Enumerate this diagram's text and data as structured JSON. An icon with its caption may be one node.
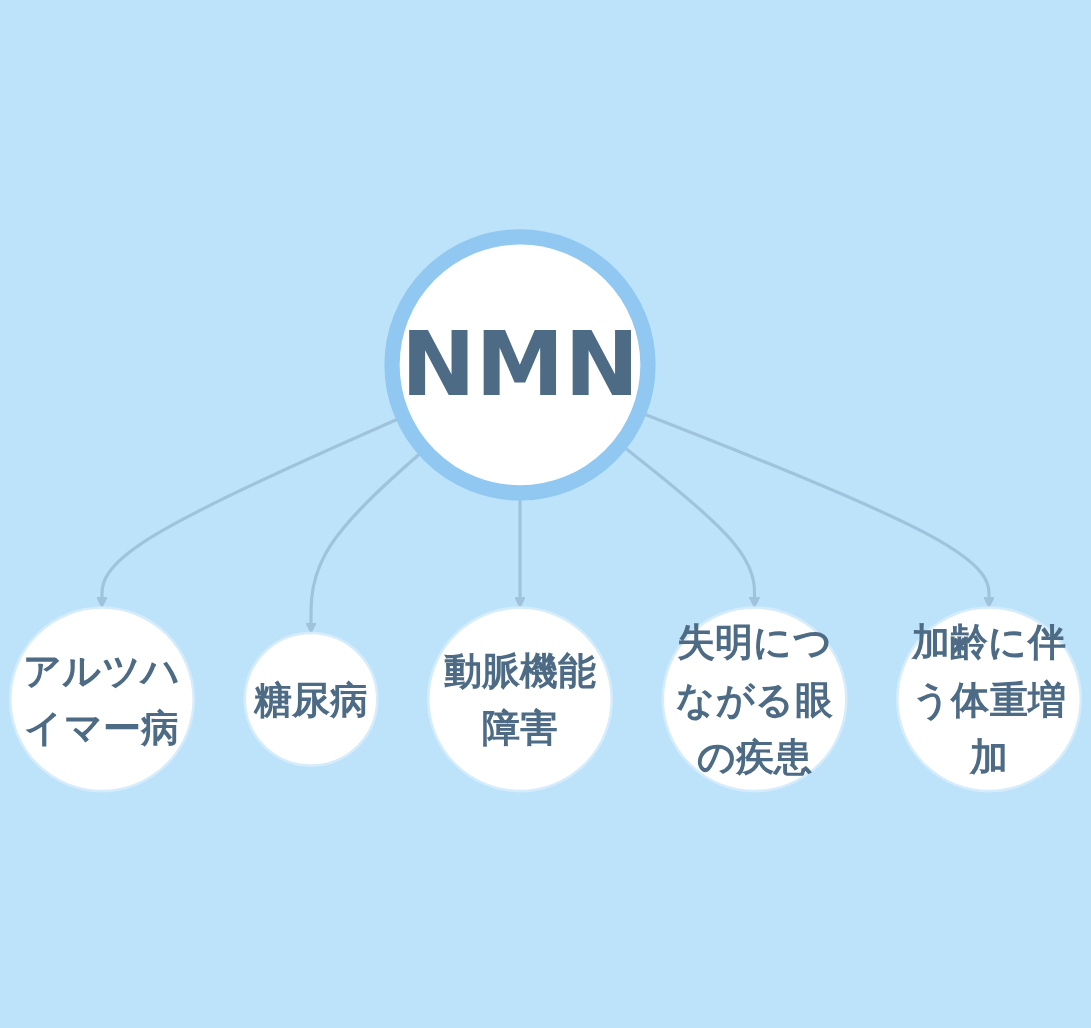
{
  "diagram": {
    "nodes": [
      {
        "text": [
          "NMN"
        ]
      },
      {
        "text": [
          "アルツハイマー病"
        ]
      },
      {
        "text": [
          "糖尿病"
        ]
      },
      {
        "text": [
          "動脈機能障害"
        ]
      },
      {
        "text": [
          "失明につながる眼の疾患"
        ]
      },
      {
        "text": [
          "加齢に伴う体重増加"
        ]
      }
    ],
    "edges": [
      {
        "from": 0,
        "to": 1,
        "arrow": "to"
      },
      {
        "from": 0,
        "to": 2,
        "arrow": "to"
      },
      {
        "from": 0,
        "to": 3,
        "arrow": "to"
      },
      {
        "from": 0,
        "to": 4,
        "arrow": "to"
      },
      {
        "from": 0,
        "to": 5,
        "arrow": "to"
      }
    ]
  }
}
